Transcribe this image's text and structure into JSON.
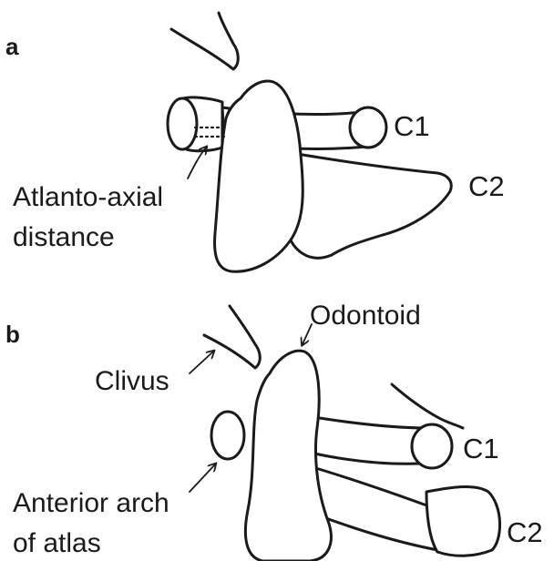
{
  "panel_a": {
    "letter": "a",
    "labels": {
      "c1": "C1",
      "c2": "C2",
      "atlanto_axial_line1": "Atlanto-axial",
      "atlanto_axial_line2": "distance"
    }
  },
  "panel_b": {
    "letter": "b",
    "labels": {
      "odontoid": "Odontoid",
      "clivus": "Clivus",
      "c1": "C1",
      "c2": "C2",
      "anterior_arch_line1": "Anterior arch",
      "anterior_arch_line2": "of atlas"
    }
  },
  "colors": {
    "stroke": "#1a1a1a",
    "background": "#ffffff"
  }
}
